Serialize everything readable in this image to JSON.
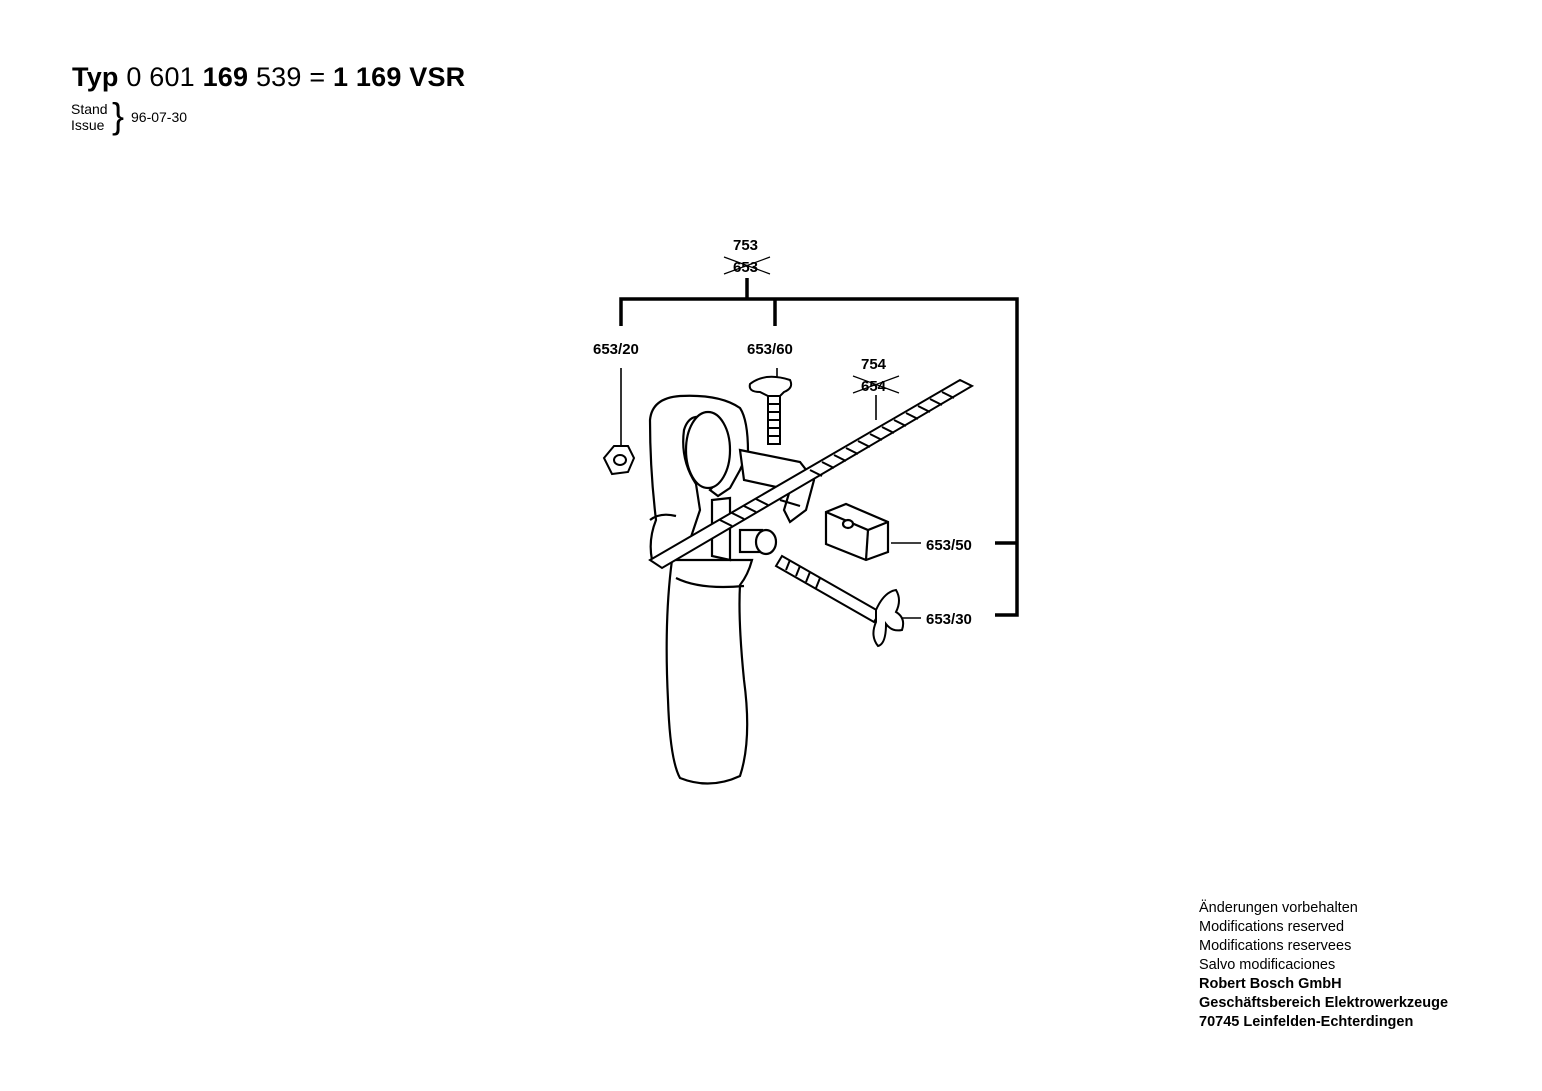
{
  "header": {
    "typ": "Typ",
    "part_number_a": "0 601",
    "part_number_b": "169",
    "part_number_c": "539",
    "equals": "=",
    "model": "1 169 VSR",
    "stand_label": "Stand",
    "issue_label": "Issue",
    "brace": "}",
    "date": "96-07-30"
  },
  "callouts": {
    "top_current": "753",
    "top_old": "653",
    "nut": "653/20",
    "screw": "653/60",
    "rod_current": "754",
    "rod_old": "654",
    "block": "653/50",
    "clamp_bolt": "653/30"
  },
  "footer": {
    "line1": "Änderungen vorbehalten",
    "line2": "Modifications reserved",
    "line3": "Modifications reservees",
    "line4": "Salvo modificaciones",
    "line5": "Robert Bosch GmbH",
    "line6": "Geschäftsbereich Elektrowerkzeuge",
    "line7": "70745 Leinfelden-Echterdingen"
  }
}
